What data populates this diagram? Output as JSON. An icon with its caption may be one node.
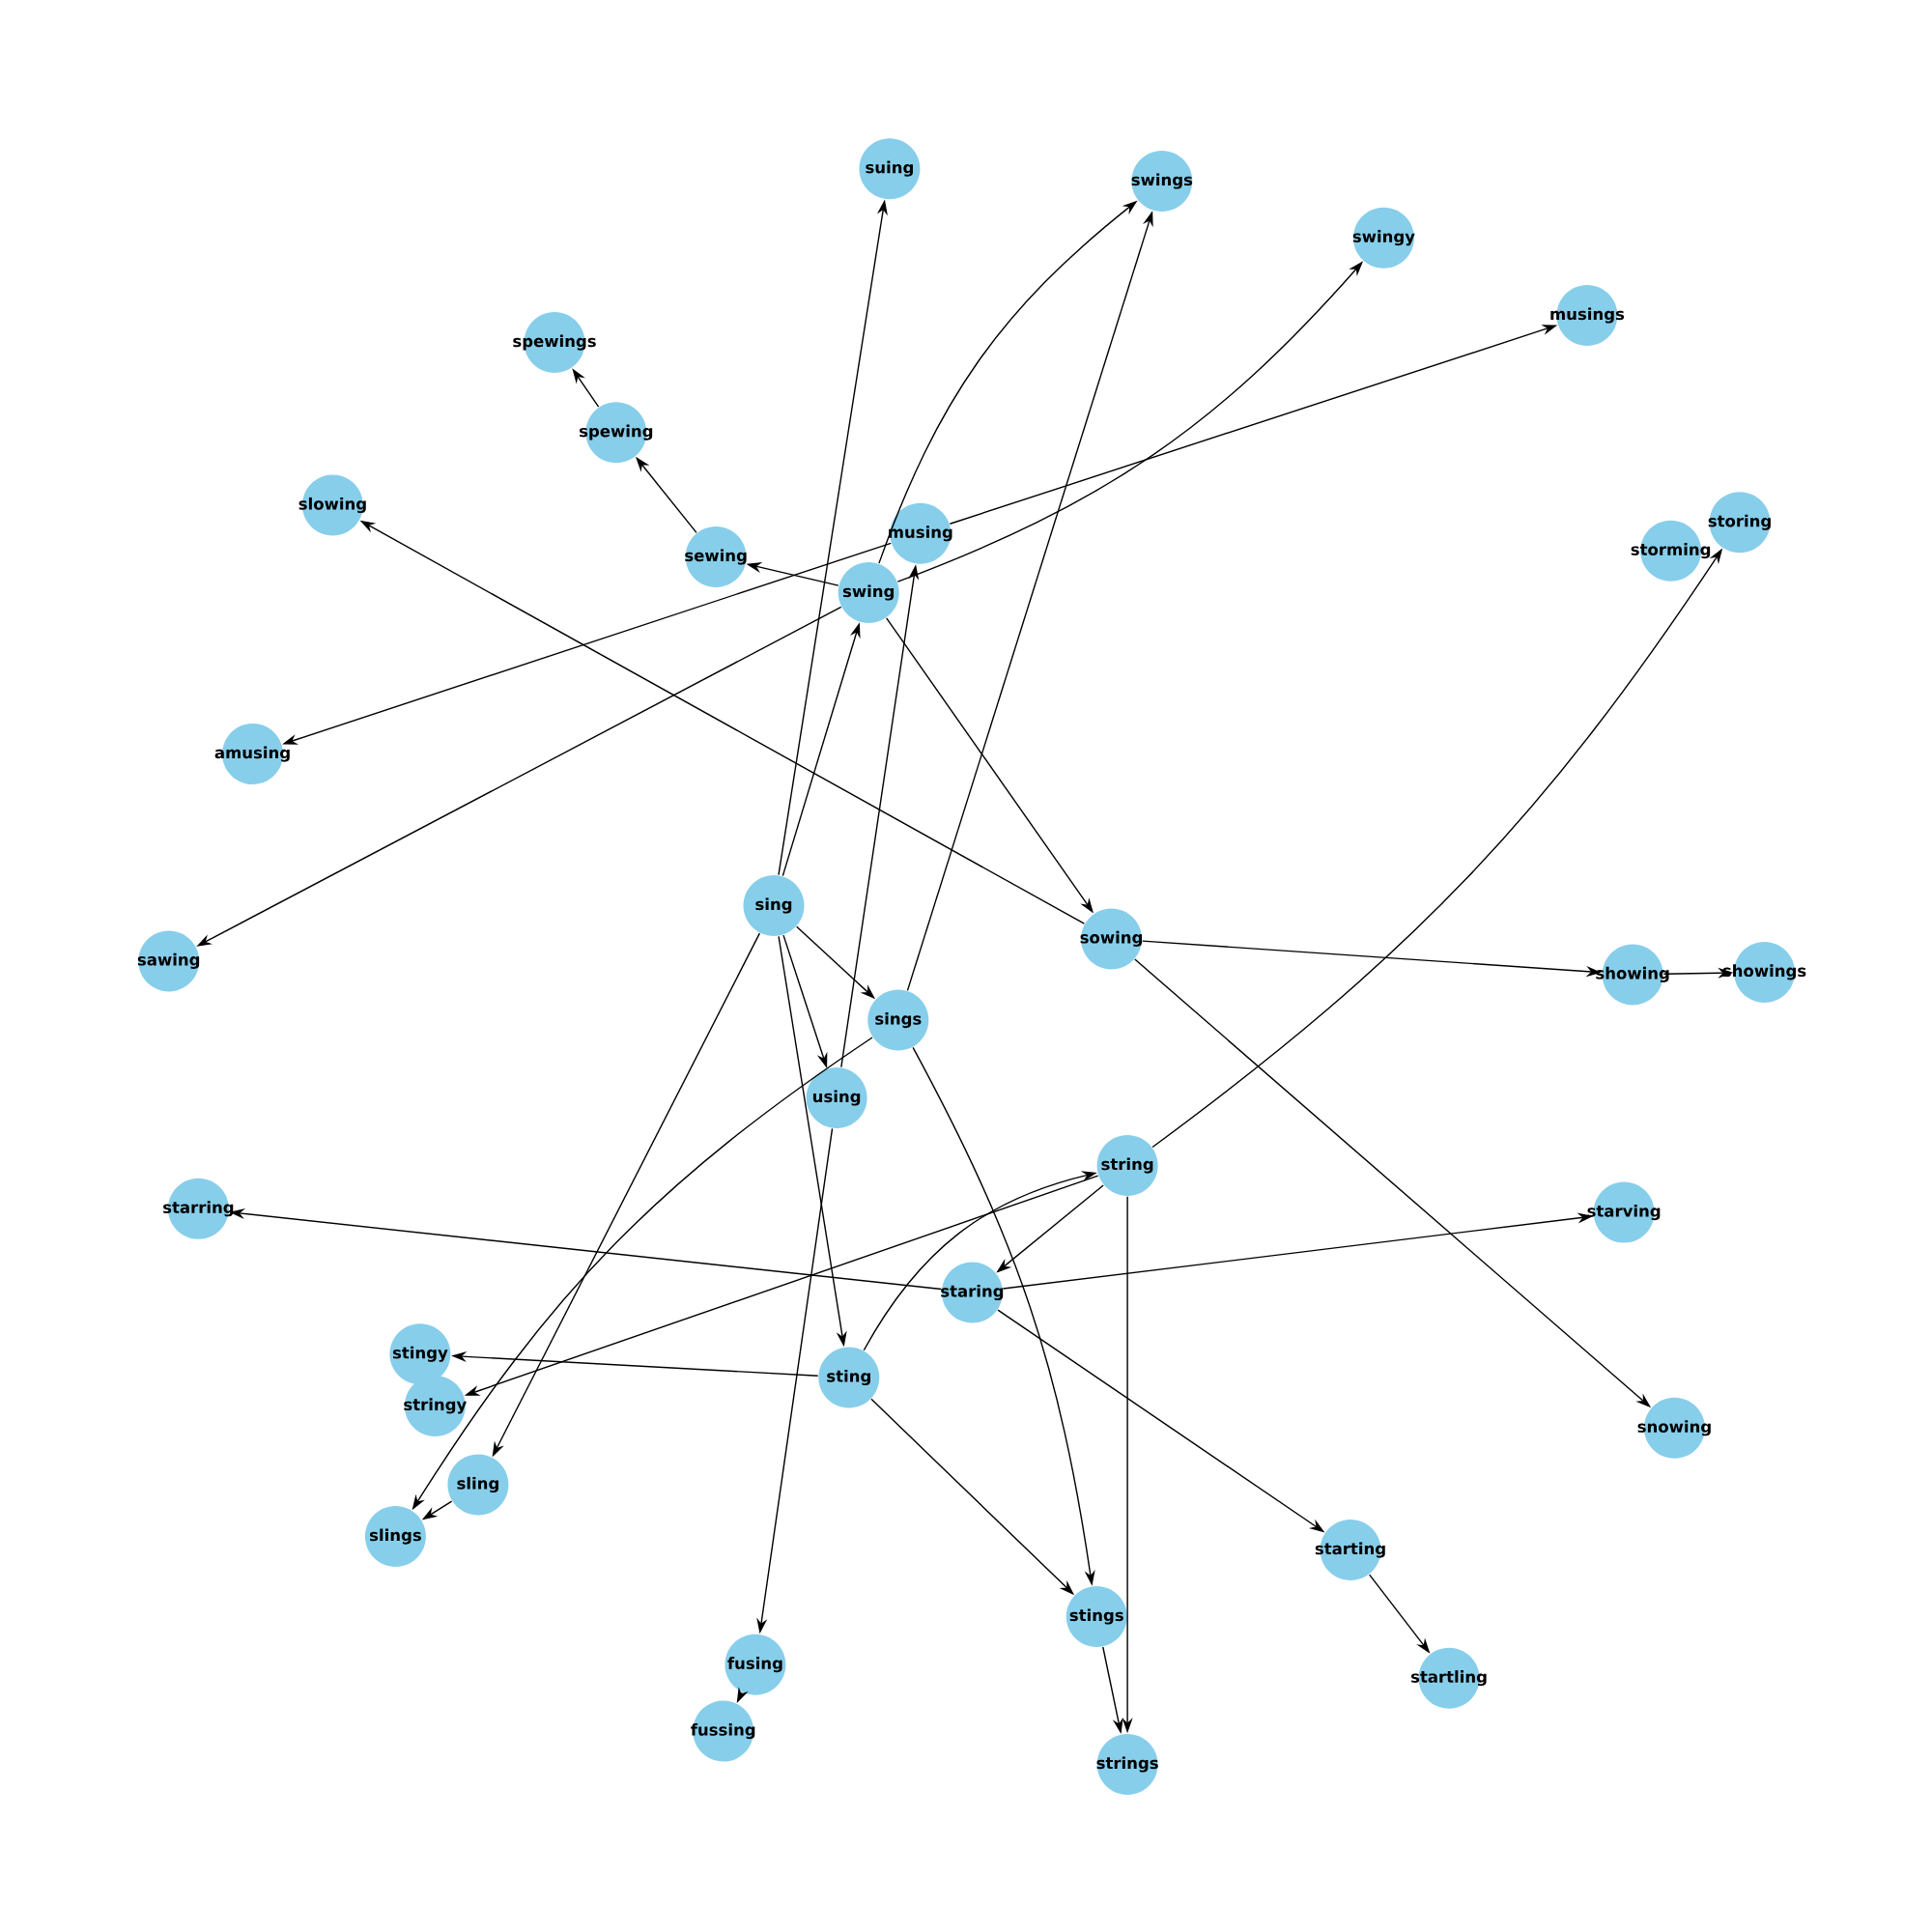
{
  "diagram": {
    "nodes": [
      {
        "text": [
          "suing"
        ]
      },
      {
        "text": [
          "swings"
        ]
      },
      {
        "text": [
          "swingy"
        ]
      },
      {
        "text": [
          "musings"
        ]
      },
      {
        "text": [
          "spewings"
        ]
      },
      {
        "text": [
          "spewing"
        ]
      },
      {
        "text": [
          "slowing"
        ]
      },
      {
        "text": [
          "musing"
        ]
      },
      {
        "text": [
          "storing"
        ]
      },
      {
        "text": [
          "storming"
        ]
      },
      {
        "text": [
          "sewing"
        ]
      },
      {
        "text": [
          "swing"
        ]
      },
      {
        "text": [
          "amusing"
        ]
      },
      {
        "text": [
          "sing"
        ]
      },
      {
        "text": [
          "sowing"
        ]
      },
      {
        "text": [
          "sawing"
        ]
      },
      {
        "text": [
          "showing"
        ]
      },
      {
        "text": [
          "showings"
        ]
      },
      {
        "text": [
          "sings"
        ]
      },
      {
        "text": [
          "using"
        ]
      },
      {
        "text": [
          "string"
        ]
      },
      {
        "text": [
          "starring"
        ]
      },
      {
        "text": [
          "starving"
        ]
      },
      {
        "text": [
          "staring"
        ]
      },
      {
        "text": [
          "stingy"
        ]
      },
      {
        "text": [
          "sting"
        ]
      },
      {
        "text": [
          "stringy"
        ]
      },
      {
        "text": [
          "snowing"
        ]
      },
      {
        "text": [
          "sling"
        ]
      },
      {
        "text": [
          "slings"
        ]
      },
      {
        "text": [
          "starting"
        ]
      },
      {
        "text": [
          "stings"
        ]
      },
      {
        "text": [
          "fusing"
        ]
      },
      {
        "text": [
          "startling"
        ]
      },
      {
        "text": [
          "fussing"
        ]
      },
      {
        "text": [
          "strings"
        ]
      }
    ],
    "edges": [
      {
        "from": 13,
        "to": 0,
        "arrow": "to"
      },
      {
        "from": 13,
        "to": 11,
        "arrow": "to"
      },
      {
        "from": 13,
        "to": 18,
        "arrow": "to"
      },
      {
        "from": 13,
        "to": 19,
        "arrow": "to"
      },
      {
        "from": 13,
        "to": 25,
        "arrow": "to"
      },
      {
        "from": 13,
        "to": 28,
        "arrow": "to"
      },
      {
        "from": 11,
        "to": 1,
        "arrow": "to"
      },
      {
        "from": 11,
        "to": 2,
        "arrow": "to"
      },
      {
        "from": 11,
        "to": 10,
        "arrow": "to"
      },
      {
        "from": 11,
        "to": 15,
        "arrow": "to"
      },
      {
        "from": 11,
        "to": 14,
        "arrow": "to"
      },
      {
        "from": 7,
        "to": 12,
        "arrow": "to"
      },
      {
        "from": 7,
        "to": 3,
        "arrow": "to"
      },
      {
        "from": 10,
        "to": 5,
        "arrow": "to"
      },
      {
        "from": 5,
        "to": 4,
        "arrow": "to"
      },
      {
        "from": 19,
        "to": 7,
        "arrow": "to"
      },
      {
        "from": 19,
        "to": 32,
        "arrow": "to"
      },
      {
        "from": 32,
        "to": 34,
        "arrow": "to"
      },
      {
        "from": 18,
        "to": 1,
        "arrow": "to"
      },
      {
        "from": 18,
        "to": 31,
        "arrow": "to"
      },
      {
        "from": 18,
        "to": 29,
        "arrow": "to"
      },
      {
        "from": 14,
        "to": 6,
        "arrow": "to"
      },
      {
        "from": 14,
        "to": 16,
        "arrow": "to"
      },
      {
        "from": 14,
        "to": 27,
        "arrow": "to"
      },
      {
        "from": 16,
        "to": 17,
        "arrow": "to"
      },
      {
        "from": 20,
        "to": 8,
        "arrow": "to"
      },
      {
        "from": 20,
        "to": 23,
        "arrow": "to"
      },
      {
        "from": 25,
        "to": 20,
        "arrow": "to"
      },
      {
        "from": 20,
        "to": 26,
        "arrow": "to"
      },
      {
        "from": 20,
        "to": 35,
        "arrow": "to"
      },
      {
        "from": 23,
        "to": 21,
        "arrow": "to"
      },
      {
        "from": 23,
        "to": 22,
        "arrow": "to"
      },
      {
        "from": 23,
        "to": 30,
        "arrow": "to"
      },
      {
        "from": 25,
        "to": 24,
        "arrow": "to"
      },
      {
        "from": 25,
        "to": 31,
        "arrow": "to"
      },
      {
        "from": 31,
        "to": 35,
        "arrow": "to"
      },
      {
        "from": 30,
        "to": 33,
        "arrow": "to"
      },
      {
        "from": 28,
        "to": 29,
        "arrow": "to"
      }
    ]
  }
}
